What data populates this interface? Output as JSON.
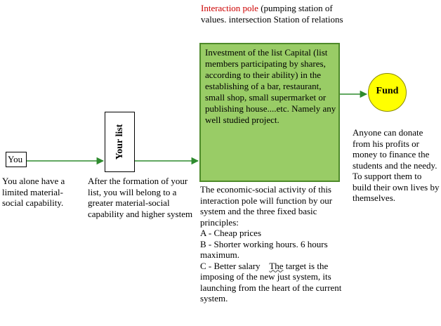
{
  "pole_title": {
    "red": "Interaction pole",
    "rest": " (pumping station of values. intersection Station of relations"
  },
  "boxes": {
    "you": "You",
    "your_list": "Your list",
    "investment": "Investment of the list Capital (list members participating by shares, according to their ability) in the establishing of a bar, restaurant, small shop, small supermarket or publishing house....etc. Namely any well studied project.",
    "fund": "Fund"
  },
  "texts": {
    "you_desc": "You alone have a limited material-social capability.",
    "list_desc": "After the formation of your list, you will belong to a greater material-social capability and higher system",
    "eco_intro": "The economic-social  activity of this interaction pole will function by our system and the three fixed basic principles:",
    "principle_a": "A - Cheap prices",
    "principle_b": "B - Shorter working hours. 6 hours maximum.",
    "principle_c_lead": "C - Better salary    ",
    "principle_c_mark": "The",
    "principle_c_rest": " target is the imposing of the new just system, its launching from the heart of the current system.",
    "fund_desc": "Anyone can donate from his profits or money to finance the students and the needy. To support them to build their own lives by themselves."
  },
  "colors": {
    "arrow": "#2e8b2e",
    "green_box": "#99cc66",
    "fund_circle": "#ffff00",
    "title_red": "#cc0000"
  }
}
